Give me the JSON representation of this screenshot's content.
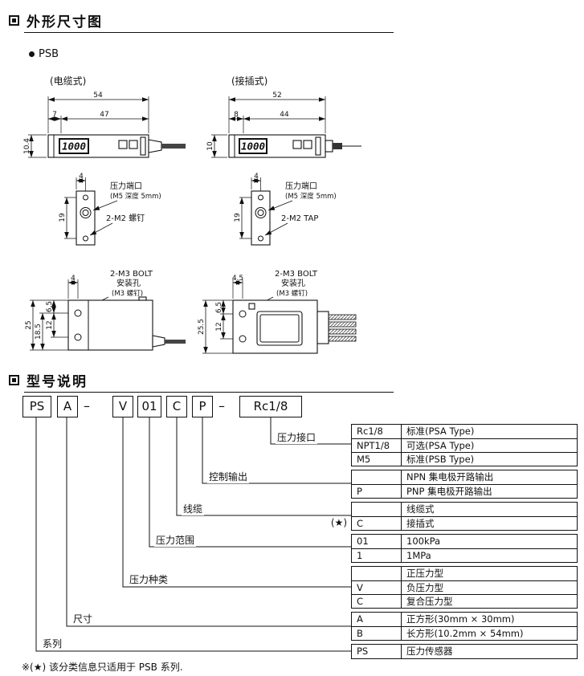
{
  "sections": {
    "dimensions_title": "外形尺寸图",
    "model_title": "型号说明"
  },
  "series_label": "PSB",
  "variant_labels": {
    "cable": "(电缆式)",
    "connector": "(接插式)"
  },
  "drawings": {
    "cable_side": {
      "dim_total": "54",
      "dim_offset": "7",
      "dim_inner": "47",
      "dim_height": "10.4",
      "display": "1000"
    },
    "connector_side": {
      "dim_total": "52",
      "dim_offset": "8",
      "dim_inner": "44",
      "dim_height": "10",
      "display": "1000"
    },
    "cable_port": {
      "dim_width": "4",
      "dim_pitch": "19",
      "port_label": "压力端口",
      "port_sub": "(M5 深度 5mm)",
      "screw_label": "2-M2 螺钉"
    },
    "connector_port": {
      "dim_width": "4",
      "dim_pitch": "19",
      "port_label": "压力端口",
      "port_sub": "(M5 深度 5mm)",
      "screw_label": "2-M2 TAP"
    },
    "cable_front": {
      "bolt_label": "2-M3 BOLT",
      "hole_label": "安装孔",
      "hole_sub": "(M3 螺钉)",
      "dim_top": "4",
      "dim_height_outer": "25",
      "dim_height_inner": "18.5",
      "dim_margin": "6.5",
      "dim_pitch": "12"
    },
    "connector_front": {
      "bolt_label": "2-M3 BOLT",
      "hole_label": "安装孔",
      "hole_sub": "(M3 螺钉)",
      "dim_top": "4.5",
      "dim_height_outer": "25.5",
      "dim_margin": "6.5",
      "dim_pitch": "12"
    }
  },
  "model_code": {
    "segments": [
      "PS",
      "A",
      "–",
      "V",
      "01",
      "C",
      "P",
      "–",
      "Rc1/8"
    ]
  },
  "spec_groups": [
    {
      "label": "压力接口",
      "rows": [
        {
          "code": "Rc1/8",
          "desc": "标准(PSA Type)"
        },
        {
          "code": "NPT1/8",
          "desc": "可选(PSA Type)"
        },
        {
          "code": "M5",
          "desc": "标准(PSB Type)"
        }
      ]
    },
    {
      "label": "控制输出",
      "rows": [
        {
          "code": "",
          "desc": "NPN 集电极开路输出"
        },
        {
          "code": "P",
          "desc": "PNP 集电极开路输出"
        }
      ]
    },
    {
      "label": "线缆",
      "star": "(★)",
      "rows": [
        {
          "code": "",
          "desc": "线缆式"
        },
        {
          "code": "C",
          "desc": "接插式"
        }
      ]
    },
    {
      "label": "压力范围",
      "rows": [
        {
          "code": "01",
          "desc": "100kPa"
        },
        {
          "code": "1",
          "desc": "1MPa"
        }
      ]
    },
    {
      "label": "压力种类",
      "rows": [
        {
          "code": "",
          "desc": "正压力型"
        },
        {
          "code": "V",
          "desc": "负压力型"
        },
        {
          "code": "C",
          "desc": "复合压力型"
        }
      ]
    },
    {
      "label": "尺寸",
      "rows": [
        {
          "code": "A",
          "desc": "正方形(30mm × 30mm)"
        },
        {
          "code": "B",
          "desc": "长方形(10.2mm × 54mm)"
        }
      ]
    },
    {
      "label": "系列",
      "rows": [
        {
          "code": "PS",
          "desc": "压力传感器"
        }
      ]
    }
  ],
  "footnote": "※(★) 该分类信息只适用于 PSB 系列."
}
